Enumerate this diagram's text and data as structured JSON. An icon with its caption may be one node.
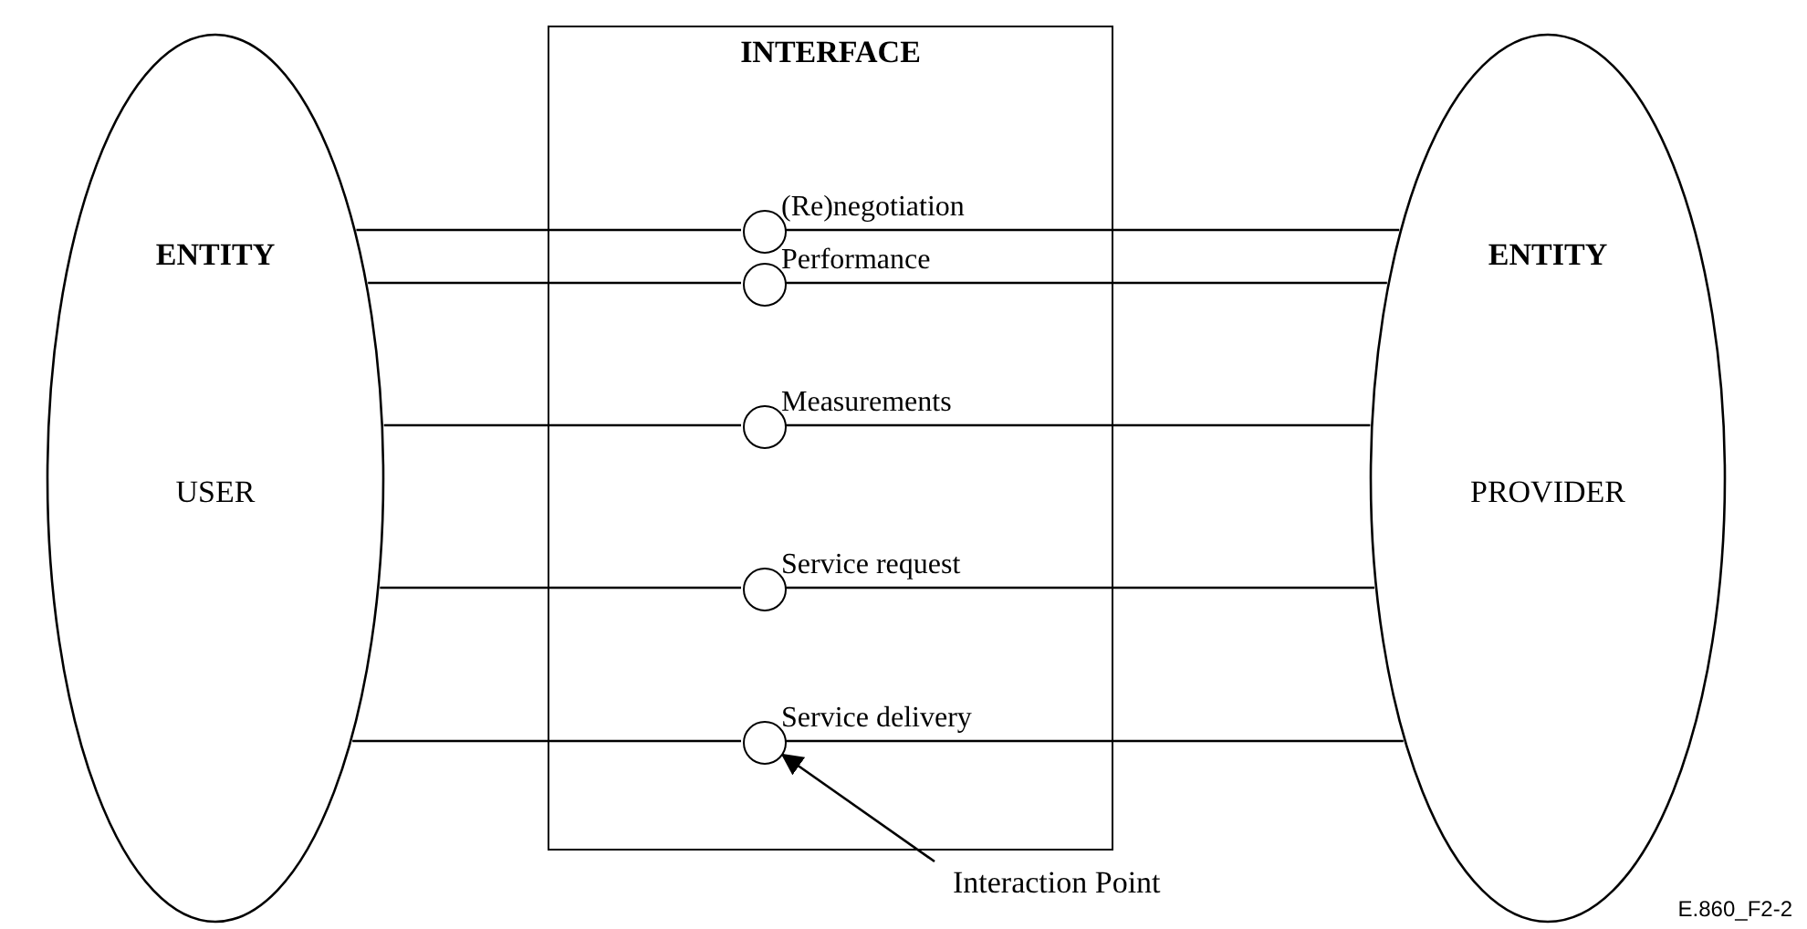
{
  "diagram": {
    "nodes": [
      {
        "text": [
          "ENTITY",
          "USER"
        ]
      },
      {
        "text": [
          "INTERFACE"
        ]
      },
      {
        "text": [],
        "shape": "circle",
        "in": 1,
        "beside": [
          "(Re)negotiation"
        ]
      },
      {
        "text": [],
        "shape": "circle",
        "in": 1,
        "beside": [
          "Performance"
        ]
      },
      {
        "text": [],
        "shape": "circle",
        "in": 1,
        "beside": [
          "Measurements"
        ]
      },
      {
        "text": [],
        "shape": "circle",
        "in": 1,
        "beside": [
          "Service request"
        ]
      },
      {
        "text": [],
        "shape": "circle",
        "in": 1,
        "beside": [
          "Service delivery"
        ]
      },
      {
        "text": [
          "ENTITY",
          "PROVIDER"
        ]
      },
      {
        "text": [
          "Interaction Point"
        ]
      }
    ],
    "edges": [
      {
        "from": 0,
        "to": 2,
        "arrow": "none"
      },
      {
        "from": 2,
        "to": 7,
        "arrow": "none"
      },
      {
        "from": 0,
        "to": 3,
        "arrow": "none"
      },
      {
        "from": 3,
        "to": 7,
        "arrow": "none"
      },
      {
        "from": 0,
        "to": 4,
        "arrow": "none"
      },
      {
        "from": 4,
        "to": 7,
        "arrow": "none"
      },
      {
        "from": 0,
        "to": 5,
        "arrow": "none"
      },
      {
        "from": 5,
        "to": 7,
        "arrow": "none"
      },
      {
        "from": 0,
        "to": 6,
        "arrow": "none"
      },
      {
        "from": 6,
        "to": 7,
        "arrow": "none"
      },
      {
        "from": 8,
        "to": 6,
        "arrow": "to"
      }
    ],
    "labels": [
      "E.860_F2-2"
    ]
  }
}
